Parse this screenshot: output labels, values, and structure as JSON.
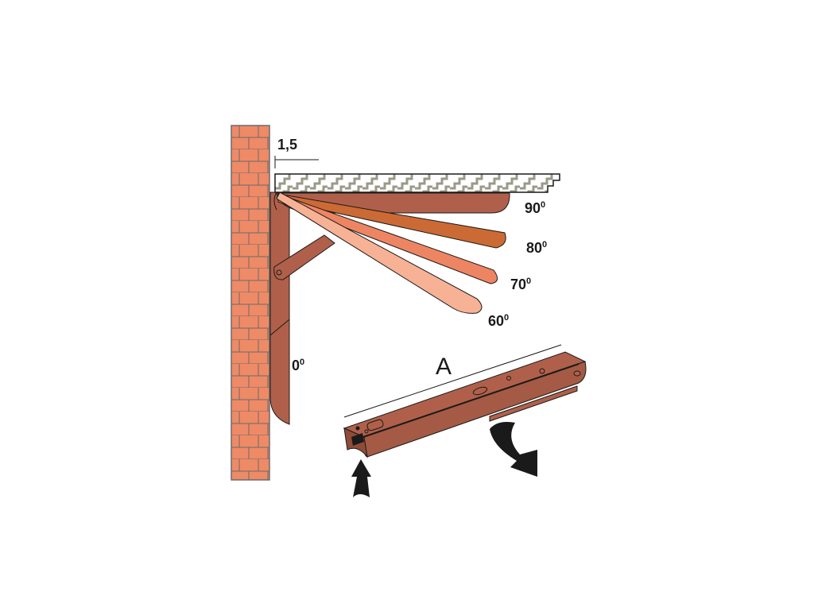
{
  "labels": {
    "offset": "1,5",
    "angle_90": "90",
    "angle_80": "80",
    "angle_70": "70",
    "angle_60": "60",
    "angle_0": "0",
    "degree_mark": "0",
    "detail": "A"
  },
  "colors": {
    "brick": "#ee8a66",
    "mortar": "#6b6b6b",
    "bracket": "#b0604a",
    "arm_80": "#cc6a35",
    "arm_70": "#ee8562",
    "arm_60": "#f7b195",
    "stroke": "#1a1a1a",
    "shelf_pattern": "#9a9a88"
  },
  "icons": [
    "arrow-up-icon",
    "arrow-curved-down-icon"
  ]
}
